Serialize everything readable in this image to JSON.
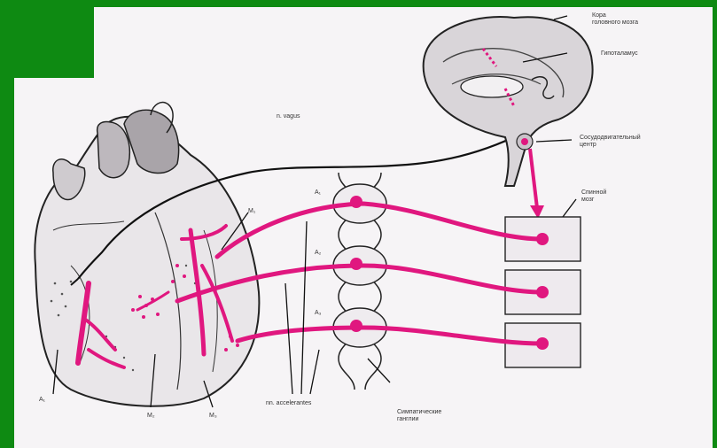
{
  "labels": {
    "cortex": "Кора\nголовного мозга",
    "hypothalamus": "Гипоталамус",
    "vasomotor_center": "Сосудодвигательный\nцентр",
    "spinal_cord": "Спинной\nмозг",
    "vagus": "n. vagus",
    "sympathetic_trunk": "Симпатические\nганглии",
    "nerves": "nn. accelerantes",
    "a1": "А₁",
    "a2": "А₂",
    "a3": "А₃",
    "ar": "А₁",
    "m1": "М₁",
    "m2": "М₂",
    "m3": "М₃"
  },
  "colors": {
    "background": "#0e8a12",
    "panel": "#f6f4f6",
    "nerve": "#e0177f",
    "ink": "#222222"
  }
}
